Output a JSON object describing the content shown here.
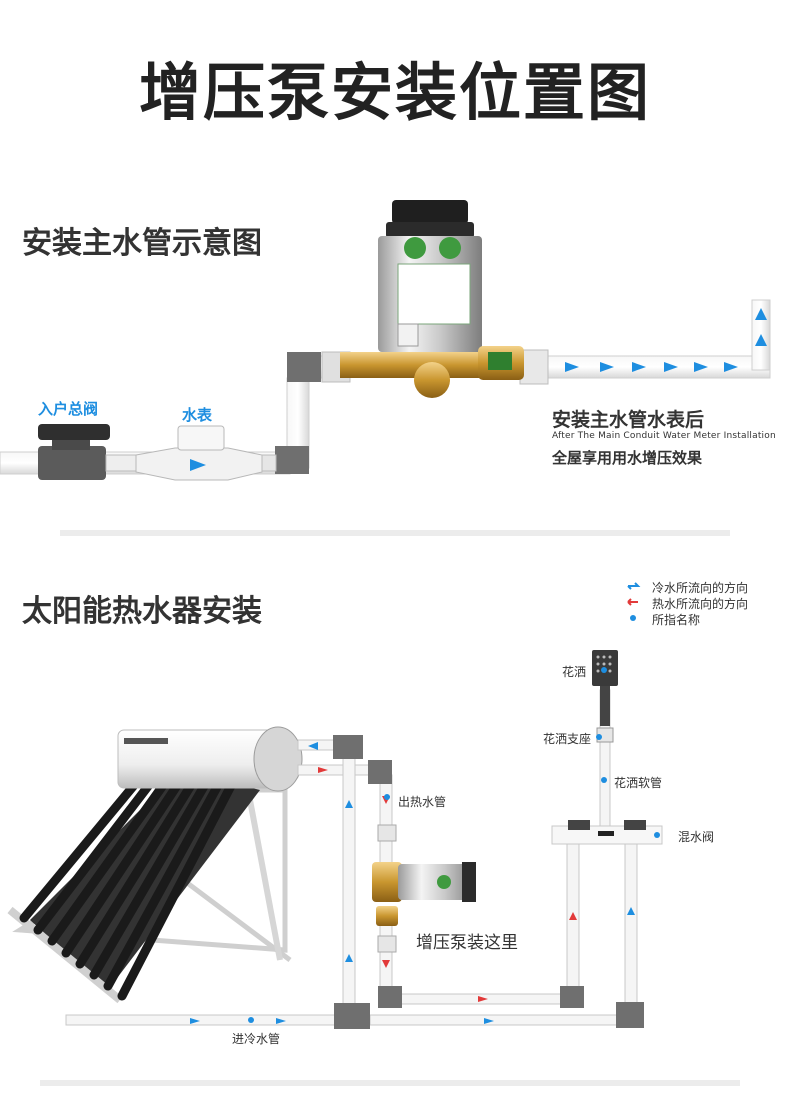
{
  "title": "增压泵安装位置图",
  "section1": {
    "title": "安装主水管示意图",
    "label_main_valve": "入户总阀",
    "label_meter": "水表",
    "note_title": "安装主水管水表后",
    "note_en": "After The Main Conduit Water Meter Installation",
    "note_sub": "全屋享用用水增压效果"
  },
  "section2": {
    "title": "太阳能热水器安装",
    "legend": {
      "cold": "冷水所流向的方向",
      "hot": "热水所流向的方向",
      "point": "所指名称"
    },
    "label_shower_head": "花洒",
    "label_shower_holder": "花洒支座",
    "label_shower_hose": "花洒软管",
    "label_mixer": "混水阀",
    "label_hot_out": "出热水管",
    "label_pump_here": "增压泵装这里",
    "label_cold_in": "进冷水管"
  },
  "colors": {
    "cold": "#1e8ee0",
    "hot": "#e23a3a",
    "pipe": "#e8e8e8",
    "fitting": "#6e6e6e"
  }
}
